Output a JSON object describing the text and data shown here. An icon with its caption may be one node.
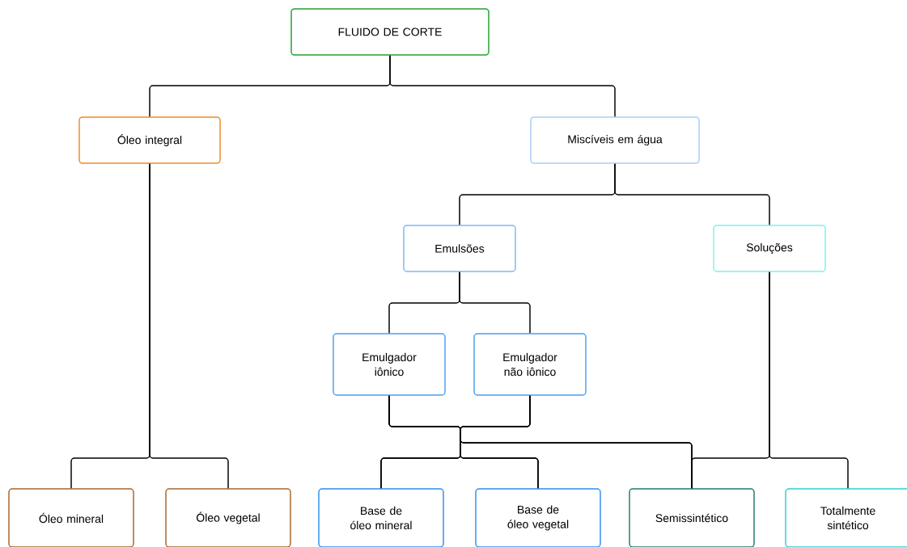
{
  "diagram": {
    "nodes": [
      {
        "text": [
          "FLUIDO DE CORTE"
        ]
      },
      {
        "text": [
          "Óleo integral"
        ]
      },
      {
        "text": [
          "Miscíveis em água"
        ]
      },
      {
        "text": [
          "Emulsões"
        ]
      },
      {
        "text": [
          "Soluções"
        ]
      },
      {
        "text": [
          "Emulgador iônico"
        ]
      },
      {
        "text": [
          "Emulgador não iônico"
        ]
      },
      {
        "text": [
          "Óleo mineral"
        ]
      },
      {
        "text": [
          "Óleo vegetal"
        ]
      },
      {
        "text": [
          "Base de óleo mineral"
        ]
      },
      {
        "text": [
          "Base de óleo vegetal"
        ]
      },
      {
        "text": [
          "Semissintético"
        ]
      },
      {
        "text": [
          "Totalmente sintético"
        ]
      }
    ],
    "edges": [
      {
        "from": 0,
        "to": 1,
        "arrow": "none"
      },
      {
        "from": 0,
        "to": 2,
        "arrow": "none"
      },
      {
        "from": 1,
        "to": 7,
        "arrow": "none"
      },
      {
        "from": 1,
        "to": 8,
        "arrow": "none"
      },
      {
        "from": 2,
        "to": 3,
        "arrow": "none"
      },
      {
        "from": 2,
        "to": 4,
        "arrow": "none"
      },
      {
        "from": 3,
        "to": 5,
        "arrow": "none"
      },
      {
        "from": 3,
        "to": 6,
        "arrow": "none"
      },
      {
        "from": 5,
        "to": 9,
        "arrow": "none"
      },
      {
        "from": 5,
        "to": 10,
        "arrow": "none"
      },
      {
        "from": 5,
        "to": 11,
        "arrow": "none"
      },
      {
        "from": 6,
        "to": 9,
        "arrow": "none"
      },
      {
        "from": 6,
        "to": 10,
        "arrow": "none"
      },
      {
        "from": 6,
        "to": 11,
        "arrow": "none"
      },
      {
        "from": 4,
        "to": 11,
        "arrow": "none"
      },
      {
        "from": 4,
        "to": 12,
        "arrow": "none"
      }
    ]
  }
}
